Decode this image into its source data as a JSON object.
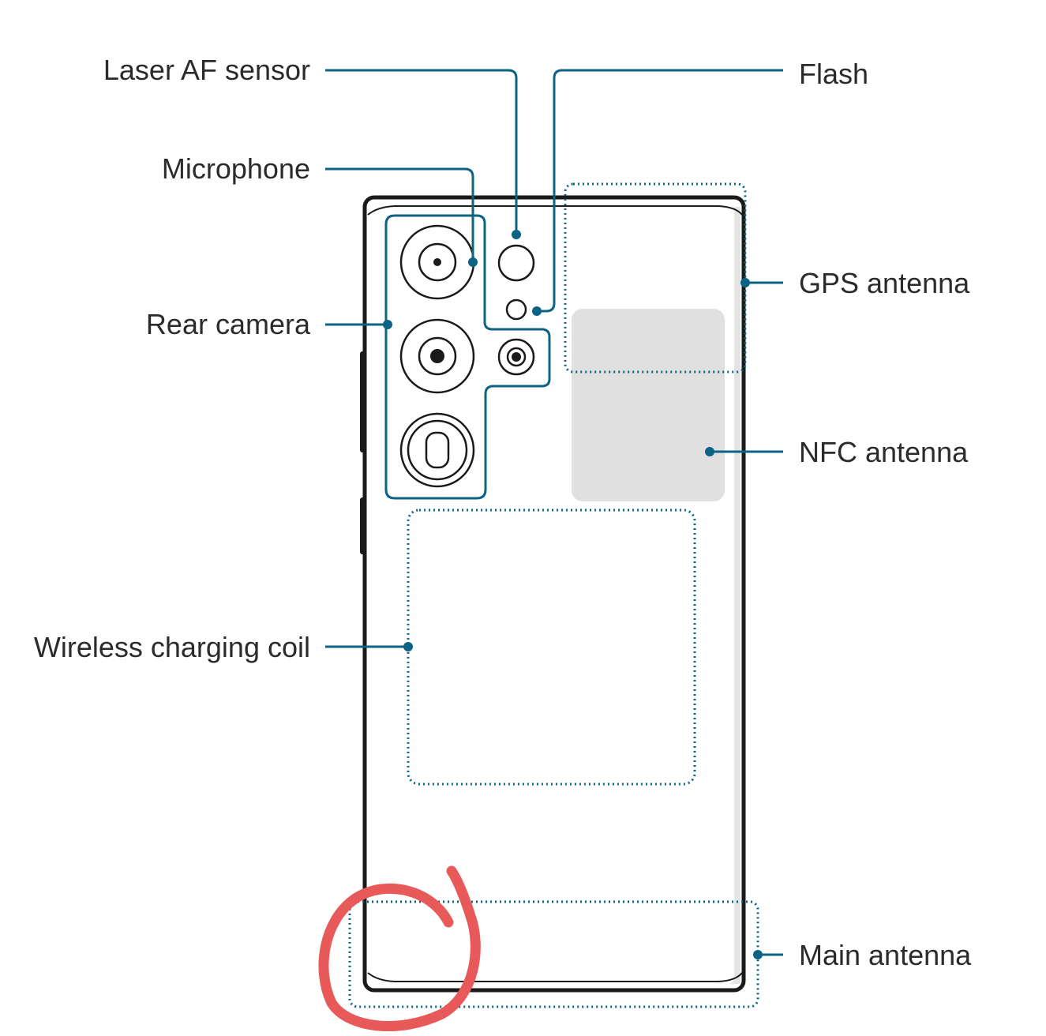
{
  "labels": {
    "laser_af_sensor": "Laser AF sensor",
    "microphone": "Microphone",
    "rear_camera": "Rear camera",
    "wireless_charging_coil": "Wireless charging coil",
    "flash": "Flash",
    "gps_antenna": "GPS antenna",
    "nfc_antenna": "NFC antenna",
    "main_antenna": "Main antenna"
  },
  "colors": {
    "leader_line": "#0d6384",
    "phone_outline": "#1a1a1a",
    "phone_side": "#e4e4e4",
    "nfc_fill": "#e0e0e0",
    "annotation_circle": "#e85a5a"
  }
}
